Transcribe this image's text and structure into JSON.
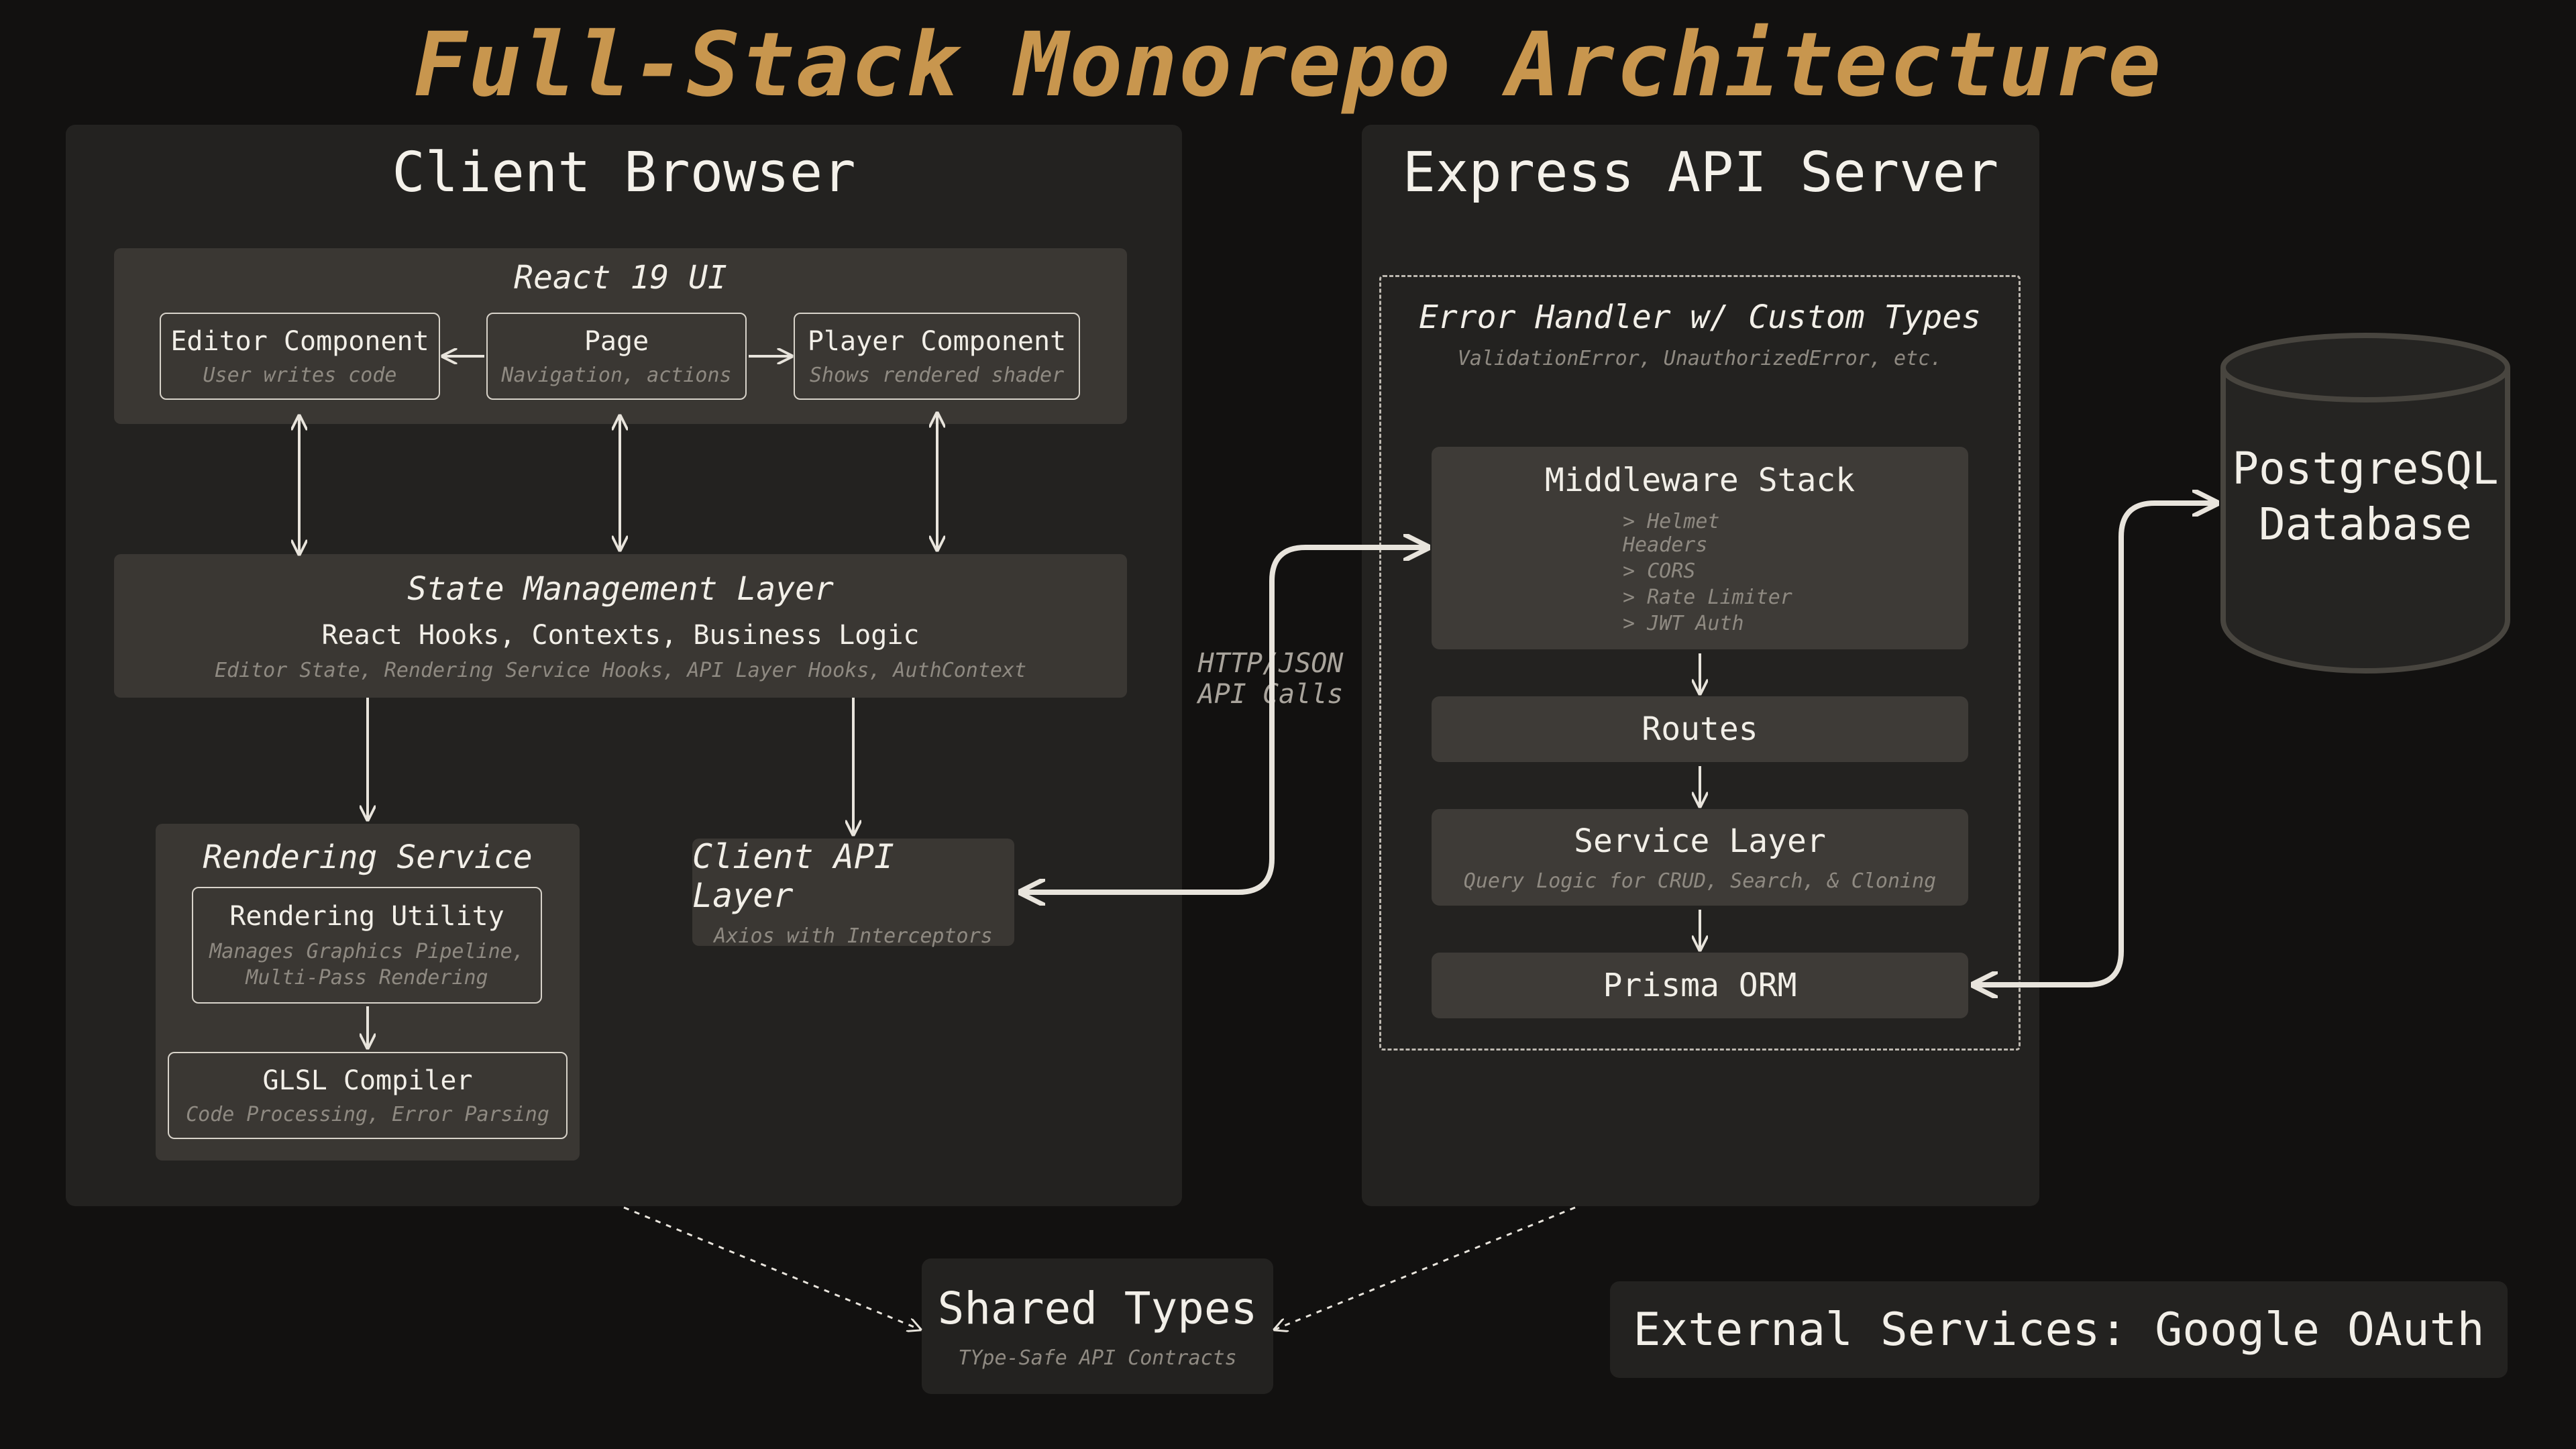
{
  "title": "Full-Stack Monorepo Architecture",
  "client": {
    "title": "Client Browser",
    "react": {
      "title": "React 19 UI",
      "editor": {
        "title": "Editor Component",
        "sub": "User writes code"
      },
      "page": {
        "title": "Page",
        "sub": "Navigation, actions"
      },
      "player": {
        "title": "Player Component",
        "sub": "Shows rendered shader"
      }
    },
    "state": {
      "title": "State Management Layer",
      "line": "React Hooks, Contexts, Business Logic",
      "sub": "Editor State, Rendering Service Hooks, API Layer Hooks, AuthContext"
    },
    "rendering": {
      "title": "Rendering Service",
      "utility": {
        "title": "Rendering Utility",
        "sub1": "Manages Graphics Pipeline,",
        "sub2": "Multi-Pass Rendering"
      },
      "glsl": {
        "title": "GLSL Compiler",
        "sub": "Code Processing, Error Parsing"
      }
    },
    "api": {
      "title": "Client API Layer",
      "sub": "Axios with Interceptors"
    }
  },
  "http": {
    "line1": "HTTP/JSON",
    "line2": "API Calls"
  },
  "server": {
    "title": "Express API Server",
    "error": {
      "title": "Error Handler w/ Custom Types",
      "sub": "ValidationError, UnauthorizedError, etc."
    },
    "middleware": {
      "title": "Middleware Stack",
      "items": [
        "> Helmet Headers",
        "> CORS",
        "> Rate Limiter",
        "> JWT Auth"
      ]
    },
    "routes": {
      "title": "Routes"
    },
    "service": {
      "title": "Service Layer",
      "sub": "Query Logic for CRUD, Search, & Cloning"
    },
    "prisma": {
      "title": "Prisma ORM"
    }
  },
  "database": {
    "line1": "PostgreSQL",
    "line2": "Database"
  },
  "shared": {
    "title": "Shared Types",
    "sub": "TYpe-Safe API Contracts"
  },
  "external": {
    "title": "External Services: Google OAuth"
  },
  "colors": {
    "accent": "#c8964e",
    "background": "#121110",
    "panel": "#232220",
    "card": "#3e3b37"
  }
}
